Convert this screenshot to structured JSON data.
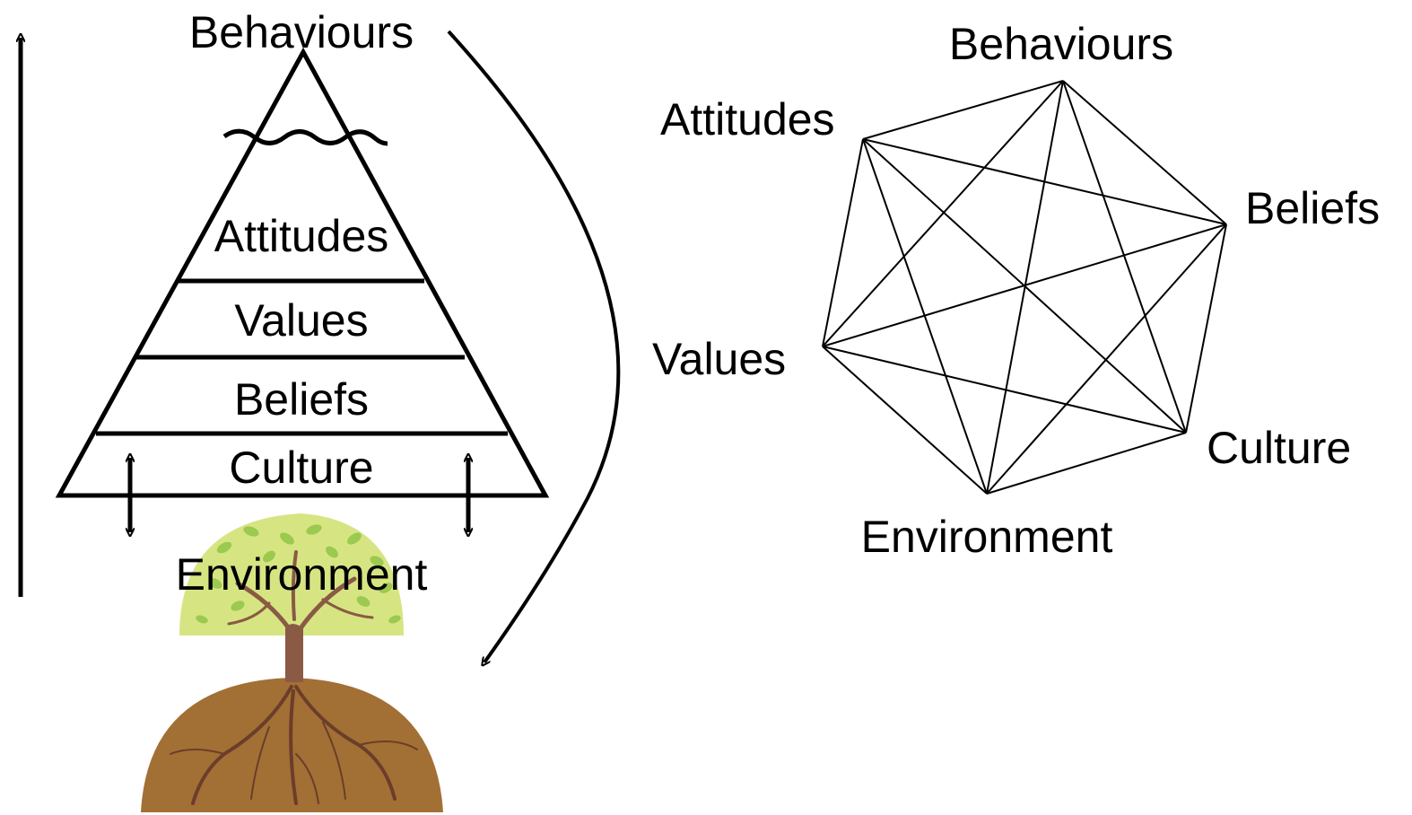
{
  "pyramid": {
    "top_label": "Behaviours",
    "layers": [
      "Attitudes",
      "Values",
      "Beliefs",
      "Culture"
    ],
    "base_label": "Environment"
  },
  "network": {
    "nodes": [
      "Behaviours",
      "Beliefs",
      "Culture",
      "Environment",
      "Values",
      "Attitudes"
    ]
  },
  "colors": {
    "line": "#000000",
    "canopy": "#d6e582",
    "leaf": "#9cc94f",
    "trunk": "#8a5a44",
    "soil": "#a27034",
    "roots": "#6b3d2a"
  },
  "icons": [
    "tree-icon",
    "up-arrow-icon",
    "curved-arrow-icon",
    "double-arrow-icon"
  ]
}
